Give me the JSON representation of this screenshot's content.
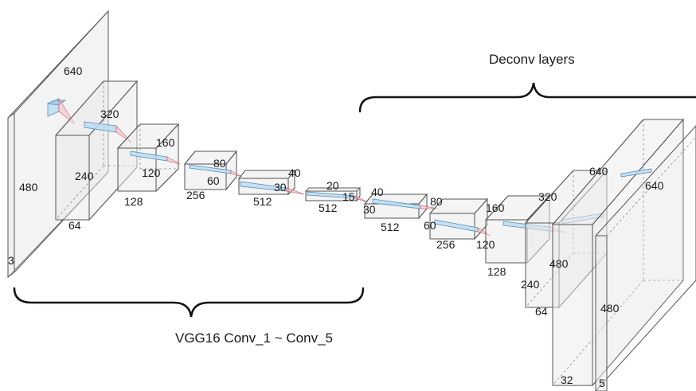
{
  "brackets": {
    "encoder_label": "VGG16 Conv_1 ~ Conv_5",
    "decoder_label": "Deconv layers"
  },
  "blocks": [
    {
      "id": "input",
      "width_label": "640",
      "height_label": "480",
      "depth_label": "3"
    },
    {
      "id": "conv1",
      "width_label": "320",
      "height_label": "240",
      "depth_label": "64"
    },
    {
      "id": "conv2",
      "width_label": "160",
      "height_label": "120",
      "depth_label": "128"
    },
    {
      "id": "conv3",
      "width_label": "80",
      "height_label": "60",
      "depth_label": "256"
    },
    {
      "id": "conv4",
      "width_label": "40",
      "height_label": "30",
      "depth_label": "512"
    },
    {
      "id": "conv5",
      "width_label": "20",
      "height_label": "15",
      "depth_label": "512"
    },
    {
      "id": "deconv1",
      "width_label": "40",
      "height_label": "30",
      "depth_label": "512"
    },
    {
      "id": "deconv2",
      "width_label": "80",
      "height_label": "60",
      "depth_label": "256"
    },
    {
      "id": "deconv3",
      "width_label": "160",
      "height_label": "120",
      "depth_label": "128"
    },
    {
      "id": "deconv4",
      "width_label": "320",
      "height_label": "240",
      "depth_label": "64"
    },
    {
      "id": "deconv5",
      "width_label": "640",
      "height_label": "480",
      "depth_label": "32"
    },
    {
      "id": "output",
      "width_label": "640",
      "height_label": "480",
      "depth_label": "5"
    }
  ],
  "colors": {
    "kernel": "#bcdcf2",
    "kernel_edge": "#5b8fb7",
    "projection": "#f4b8c0",
    "block_edge": "#555555"
  }
}
